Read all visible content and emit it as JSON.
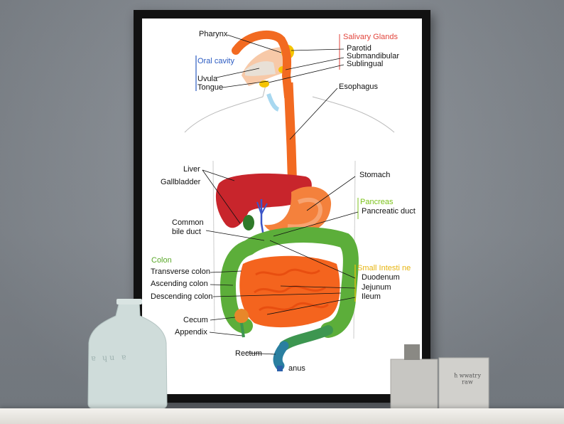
{
  "diagram": {
    "labels": {
      "pharynx": "Pharynx",
      "salivary_glands": "Salivary Glands",
      "parotid": "Parotid",
      "submandibular": "Submandibular",
      "sublingual": "Sublingual",
      "oral_cavity": "Oral cavity",
      "uvula": "Uvula",
      "tongue": "Tongue",
      "esophagus": "Esophagus",
      "liver": "Liver",
      "gallbladder": "Gallbladder",
      "stomach": "Stomach",
      "pancreas": "Pancreas",
      "pancreatic_duct": "Pancreatic duct",
      "common_bile_duct_1": "Common",
      "common_bile_duct_2": "bile duct",
      "colon": "Colon",
      "transverse_colon": "Transverse colon",
      "ascending_colon": "Ascending colon",
      "descending_colon": "Descending colon",
      "small_intestine": "Small Intesti ne",
      "duodenum": "Duodenum",
      "jejunum": "Jejunum",
      "ileum": "Ileum",
      "cecum": "Cecum",
      "appendix": "Appendix",
      "rectum": "Rectum",
      "anus": "anus"
    },
    "colors": {
      "salivary_glands": "#e2453c",
      "oral_cavity": "#2b5bc2",
      "pancreas": "#7cc21c",
      "colon": "#5aa82a",
      "small_intestine": "#f2c40c",
      "esophagus": "#f26a21",
      "liver": "#c8252c",
      "small_intestine_fill": "#f4641e",
      "colon_fill": "#5cae3a"
    }
  },
  "decor": {
    "vase_text": "ɐ ɥu ɐ",
    "jar_text": "ʍɐɹ ʎɹʇɐʍʍ ɥ"
  }
}
